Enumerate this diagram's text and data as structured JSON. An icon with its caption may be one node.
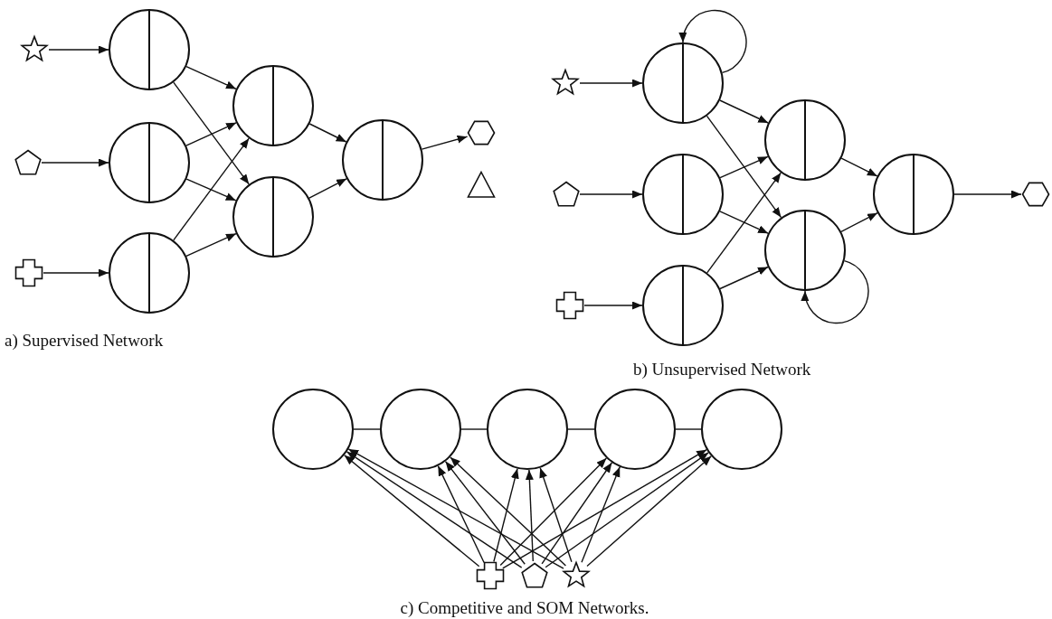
{
  "diagram": {
    "nodes": [
      {
        "text": [],
        "shape": "star"
      },
      {
        "text": [],
        "shape": "pentagon"
      },
      {
        "text": [],
        "shape": "cross"
      },
      {
        "text": [],
        "shape": "circle"
      },
      {
        "text": [],
        "shape": "circle"
      },
      {
        "text": [],
        "shape": "circle"
      },
      {
        "text": [],
        "shape": "circle"
      },
      {
        "text": [],
        "shape": "circle"
      },
      {
        "text": [],
        "shape": "circle"
      },
      {
        "text": [],
        "shape": "hexagon"
      },
      {
        "text": [],
        "shape": "triangle"
      },
      {
        "text": [],
        "shape": "star"
      },
      {
        "text": [],
        "shape": "pentagon"
      },
      {
        "text": [],
        "shape": "cross"
      },
      {
        "text": [],
        "shape": "circle"
      },
      {
        "text": [],
        "shape": "circle"
      },
      {
        "text": [],
        "shape": "circle"
      },
      {
        "text": [],
        "shape": "circle"
      },
      {
        "text": [],
        "shape": "circle"
      },
      {
        "text": [],
        "shape": "circle"
      },
      {
        "text": [],
        "shape": "hexagon"
      },
      {
        "text": [],
        "shape": "circle"
      },
      {
        "text": [],
        "shape": "circle"
      },
      {
        "text": [],
        "shape": "circle"
      },
      {
        "text": [],
        "shape": "circle"
      },
      {
        "text": [],
        "shape": "circle"
      },
      {
        "text": [],
        "shape": "cross"
      },
      {
        "text": [],
        "shape": "pentagon"
      },
      {
        "text": [],
        "shape": "star"
      }
    ],
    "edges": [
      {
        "from": 0,
        "to": 3,
        "arrow": "to"
      },
      {
        "from": 1,
        "to": 4,
        "arrow": "to"
      },
      {
        "from": 2,
        "to": 5,
        "arrow": "to"
      },
      {
        "from": 3,
        "to": 6,
        "arrow": "to"
      },
      {
        "from": 3,
        "to": 7,
        "arrow": "to"
      },
      {
        "from": 4,
        "to": 6,
        "arrow": "to"
      },
      {
        "from": 4,
        "to": 7,
        "arrow": "to"
      },
      {
        "from": 5,
        "to": 6,
        "arrow": "to"
      },
      {
        "from": 5,
        "to": 7,
        "arrow": "to"
      },
      {
        "from": 6,
        "to": 8,
        "arrow": "to"
      },
      {
        "from": 7,
        "to": 8,
        "arrow": "to"
      },
      {
        "from": 8,
        "to": 9,
        "arrow": "to"
      },
      {
        "from": 11,
        "to": 14,
        "arrow": "to"
      },
      {
        "from": 12,
        "to": 15,
        "arrow": "to"
      },
      {
        "from": 13,
        "to": 16,
        "arrow": "to"
      },
      {
        "from": 14,
        "to": 14,
        "arrow": "to"
      },
      {
        "from": 14,
        "to": 17,
        "arrow": "to"
      },
      {
        "from": 14,
        "to": 18,
        "arrow": "to"
      },
      {
        "from": 15,
        "to": 17,
        "arrow": "to"
      },
      {
        "from": 15,
        "to": 18,
        "arrow": "to"
      },
      {
        "from": 16,
        "to": 17,
        "arrow": "to"
      },
      {
        "from": 16,
        "to": 18,
        "arrow": "to"
      },
      {
        "from": 18,
        "to": 18,
        "arrow": "to"
      },
      {
        "from": 17,
        "to": 19,
        "arrow": "to"
      },
      {
        "from": 18,
        "to": 19,
        "arrow": "to"
      },
      {
        "from": 19,
        "to": 20,
        "arrow": "to"
      },
      {
        "from": 21,
        "to": 22,
        "arrow": "none"
      },
      {
        "from": 22,
        "to": 23,
        "arrow": "none"
      },
      {
        "from": 23,
        "to": 24,
        "arrow": "none"
      },
      {
        "from": 24,
        "to": 25,
        "arrow": "none"
      },
      {
        "from": 26,
        "to": 21,
        "arrow": "to"
      },
      {
        "from": 26,
        "to": 22,
        "arrow": "to"
      },
      {
        "from": 26,
        "to": 23,
        "arrow": "to"
      },
      {
        "from": 26,
        "to": 24,
        "arrow": "to"
      },
      {
        "from": 26,
        "to": 25,
        "arrow": "to"
      },
      {
        "from": 27,
        "to": 21,
        "arrow": "to"
      },
      {
        "from": 27,
        "to": 22,
        "arrow": "to"
      },
      {
        "from": 27,
        "to": 23,
        "arrow": "to"
      },
      {
        "from": 27,
        "to": 24,
        "arrow": "to"
      },
      {
        "from": 27,
        "to": 25,
        "arrow": "to"
      },
      {
        "from": 28,
        "to": 21,
        "arrow": "to"
      },
      {
        "from": 28,
        "to": 22,
        "arrow": "to"
      },
      {
        "from": 28,
        "to": 23,
        "arrow": "to"
      },
      {
        "from": 28,
        "to": 24,
        "arrow": "to"
      },
      {
        "from": 28,
        "to": 25,
        "arrow": "to"
      }
    ],
    "labels": [
      "a) Supervised Network",
      "b) Unsupervised Network",
      "c) Competitive and SOM Networks."
    ]
  }
}
